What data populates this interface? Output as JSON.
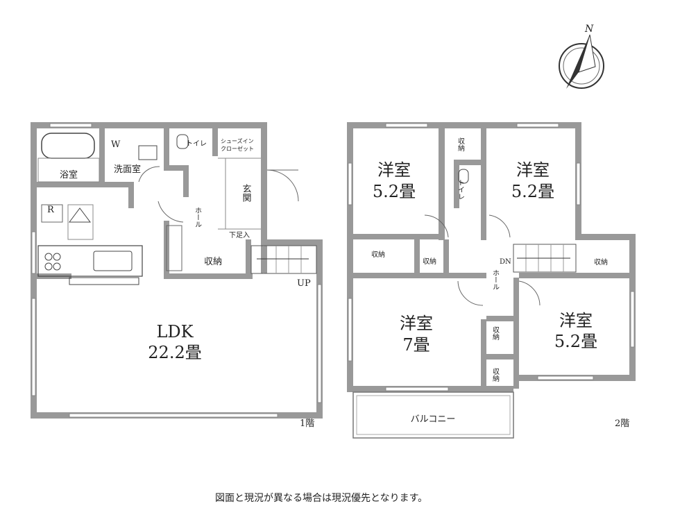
{
  "compass": {
    "north": "N"
  },
  "floor1": {
    "floor_label": "1階",
    "bath": "浴室",
    "washroom": "洗面室",
    "washer": "W",
    "toilet": "トイレ",
    "shoe_closet_line1": "シューズイン",
    "shoe_closet_line2": "クローゼット",
    "hall": "ホール",
    "entrance": "玄関",
    "shoe_area": "下足入",
    "storage": "収納",
    "refrigerator": "R",
    "stairs_up": "UP",
    "ldk_name": "LDK",
    "ldk_size": "22.2畳"
  },
  "floor2": {
    "floor_label": "2階",
    "room_nw_name": "洋室",
    "room_nw_size": "5.2畳",
    "room_ne_name": "洋室",
    "room_ne_size": "5.2畳",
    "room_sw_name": "洋室",
    "room_sw_size": "7畳",
    "room_se_name": "洋室",
    "room_se_size": "5.2畳",
    "toilet": "トイレ",
    "hall": "ホール",
    "stairs_down": "DN",
    "storage_top": "収納",
    "storage_mid_left": "収納",
    "storage_mid_center": "収納",
    "storage_right": "収納",
    "storage_center_upper": "収納",
    "storage_center_lower": "収納",
    "balcony": "バルコニー"
  },
  "footer_note": "図面と現況が異なる場合は現況優先となります。"
}
